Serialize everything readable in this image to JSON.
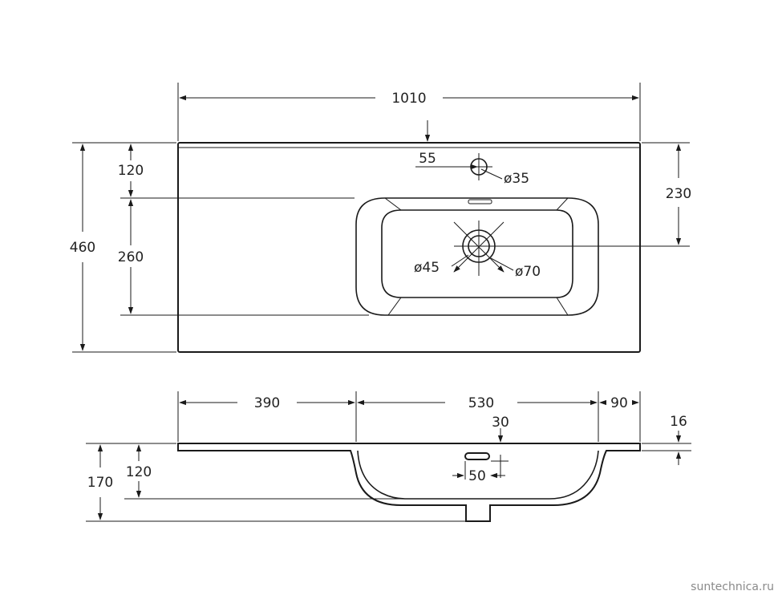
{
  "top_view": {
    "dims": {
      "overall_width": "1010",
      "overall_depth": "460",
      "front_to_bowl": "120",
      "bowl_depth": "260",
      "tap_hole_offset": "55",
      "tap_hole_diameter": "ø35",
      "drain_from_back": "230",
      "drain_inner_diameter": "ø45",
      "drain_outer_diameter": "ø70"
    }
  },
  "section_view": {
    "dims": {
      "left_deck": "390",
      "bowl_width": "530",
      "right_deck": "90",
      "overflow_offset": "30",
      "slab_thickness": "16",
      "overflow_width": "50",
      "bowl_height": "120",
      "total_height": "170"
    }
  },
  "watermark": "suntechnica.ru"
}
